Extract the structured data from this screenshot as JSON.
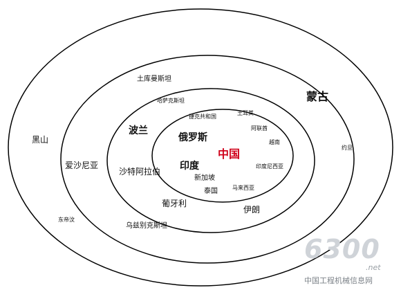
{
  "colors": {
    "ring": "#000000",
    "center_text": "#d0021b",
    "text": "#111111"
  },
  "center": {
    "label": "中国"
  },
  "rings": {
    "ring1": [
      "俄罗斯",
      "印度",
      "捷克共和国",
      "土耳其",
      "阿联酋",
      "越南",
      "印度尼西亚",
      "新加坡",
      "泰国",
      "马来西亚"
    ],
    "ring2": [
      "哈萨克斯坦",
      "波兰",
      "沙特阿拉伯",
      "葡牙利",
      "伊朗"
    ],
    "ring3": [
      "土库曼斯坦",
      "蒙古",
      "爱沙尼亚",
      "约旦",
      "乌兹别克斯坦"
    ],
    "ring4": [
      "黑山",
      "东帝汶"
    ]
  },
  "watermark": {
    "logo": "6300",
    "suffix": ".net",
    "site": "中国工程机械信息网"
  }
}
